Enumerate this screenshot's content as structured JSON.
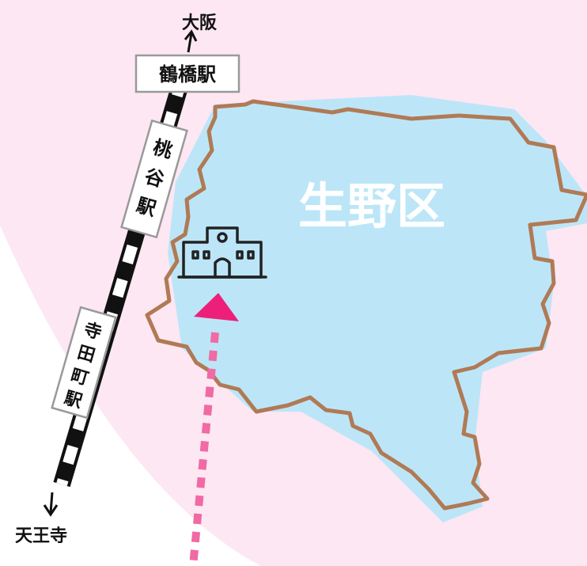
{
  "map": {
    "ward_name": "生野区",
    "direction_north": "大阪",
    "direction_south": "天王寺",
    "stations": [
      {
        "name": "鶴橋駅"
      },
      {
        "name": "桃谷駅",
        "chars": [
          "桃",
          "谷",
          "駅"
        ]
      },
      {
        "name": "寺田町駅",
        "chars": [
          "寺",
          "田",
          "町",
          "駅"
        ]
      }
    ],
    "landmark_icon": "ward-office-building-icon",
    "route_marker_icon": "destination-arrow-icon",
    "colors": {
      "pink_zone": "#fde7f2",
      "ward_fill": "#b8e6f8",
      "ward_border": "#b07a55",
      "route_dots": "#f06aa4",
      "arrow": "#ee1f7a",
      "rail_dark": "#111111"
    }
  }
}
